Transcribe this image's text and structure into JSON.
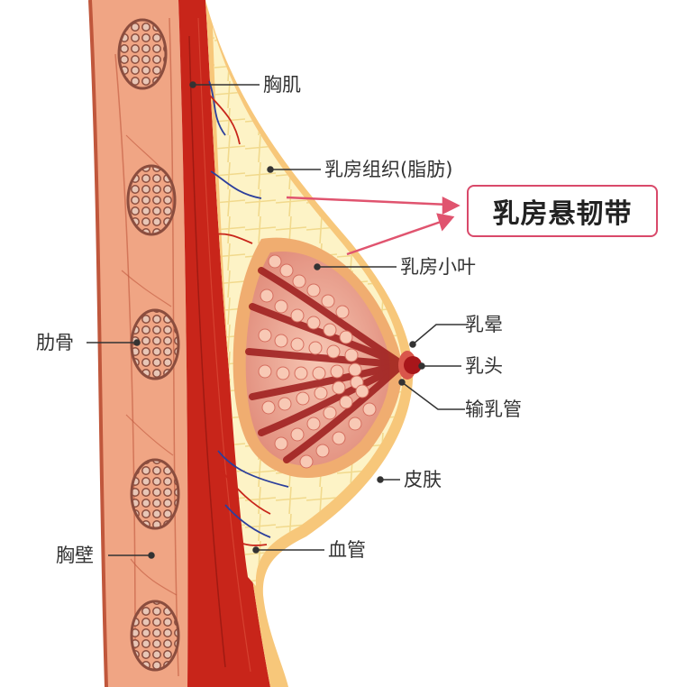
{
  "labels": {
    "pectoral_muscle": "胸肌",
    "breast_tissue": "乳房组织(脂肪)",
    "lobules": "乳房小叶",
    "areola": "乳晕",
    "nipple": "乳头",
    "milk_ducts": "输乳管",
    "skin": "皮肤",
    "blood_vessels": "血管",
    "ribs": "肋骨",
    "chest_wall": "胸壁"
  },
  "callout": {
    "text": "乳房悬韧带",
    "border_color": "#d9496a",
    "arrow_color": "#e0546f"
  },
  "colors": {
    "chest_wall": "#f0a584",
    "muscle": "#c8251a",
    "fat": "#fdf3c6",
    "lobule": "#e9978a",
    "duct": "#9c1b1b",
    "nipple": "#a8161a"
  }
}
